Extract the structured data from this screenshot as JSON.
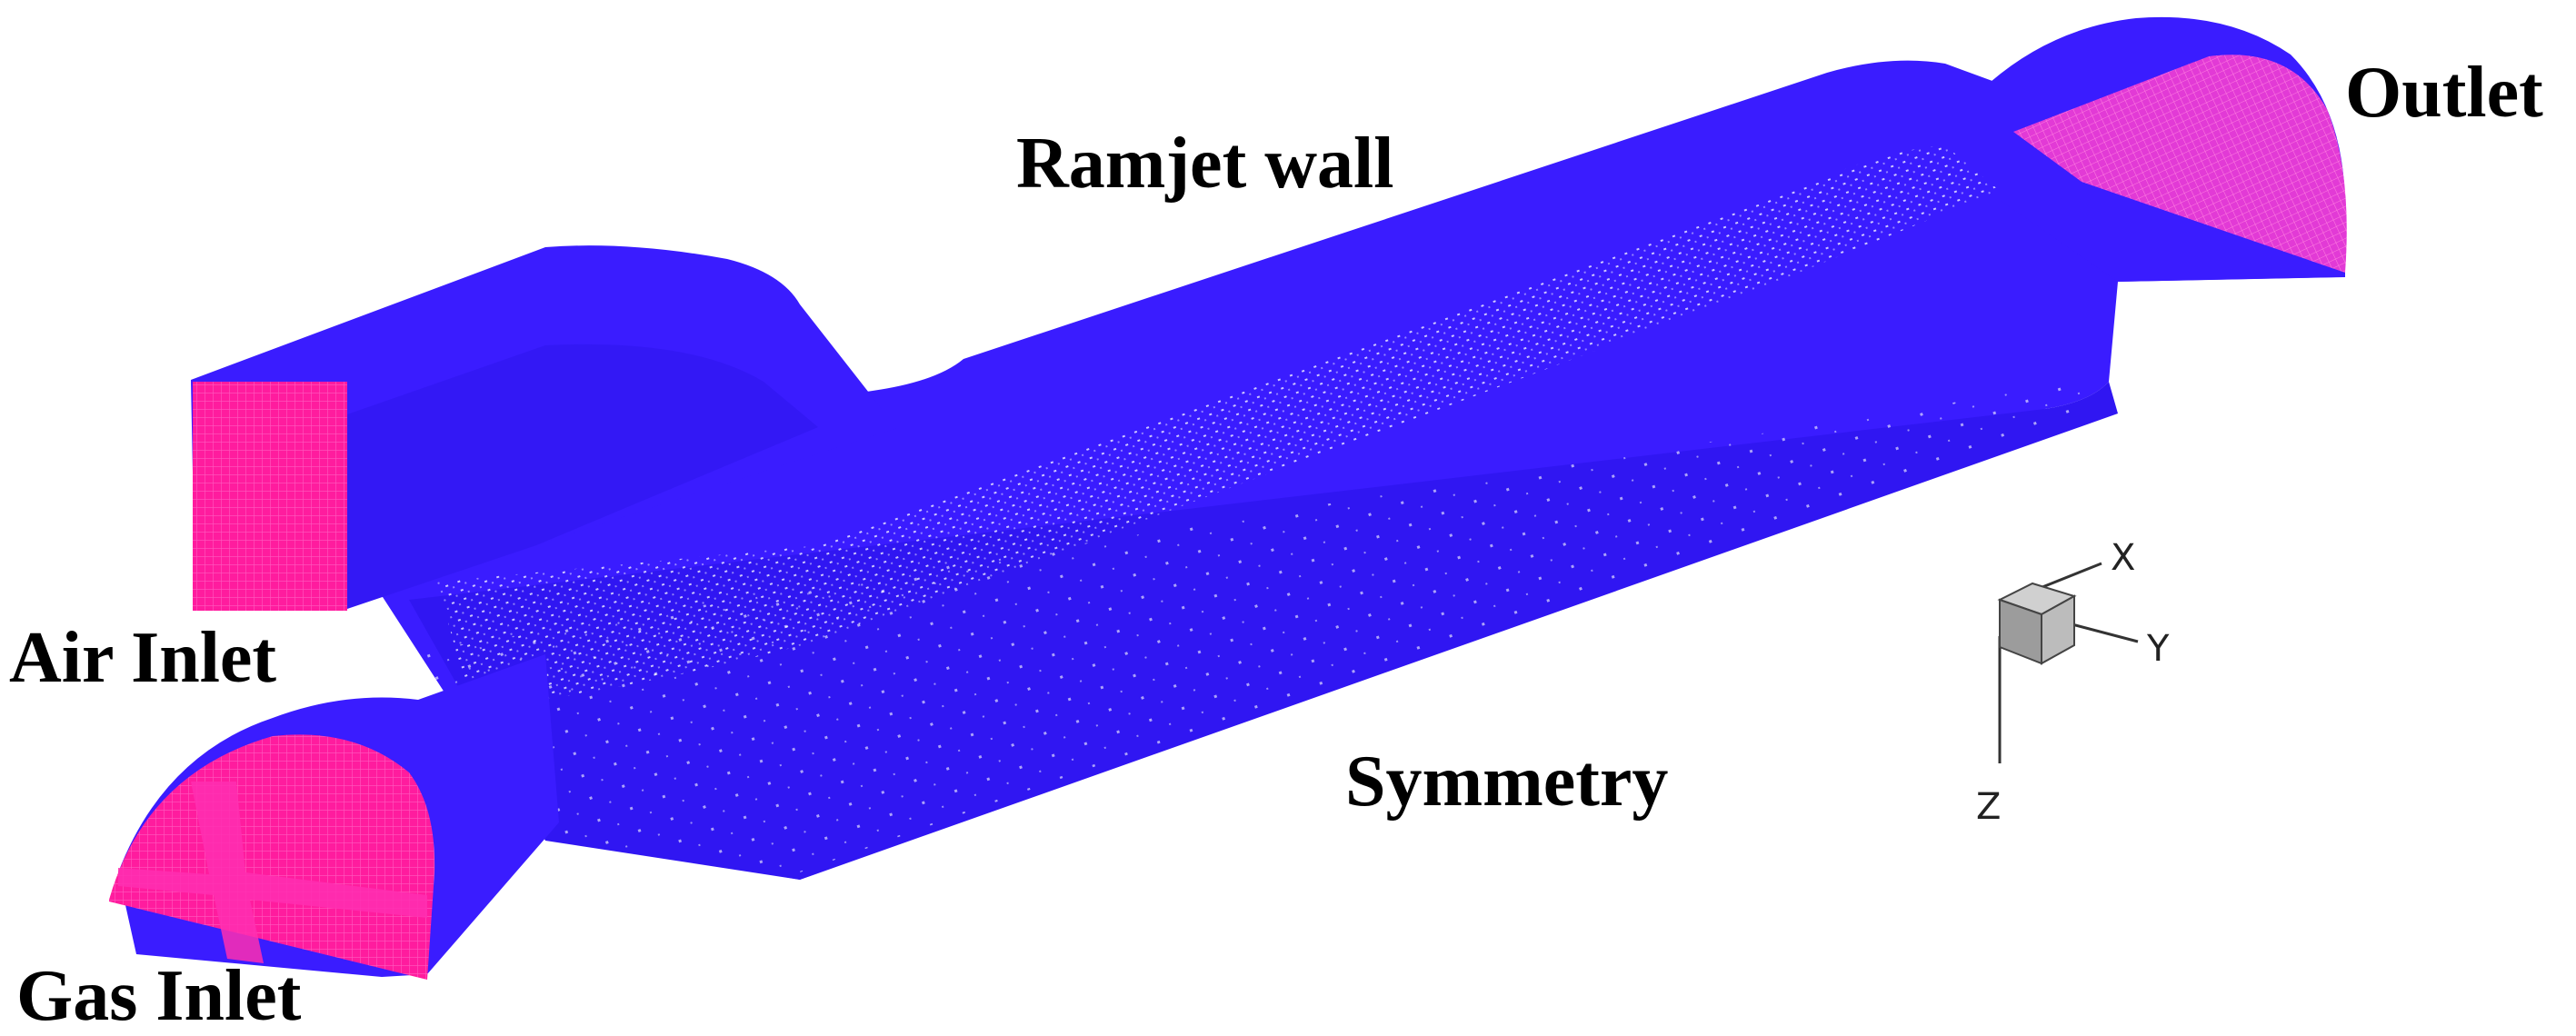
{
  "labels": {
    "ramjet_wall": "Ramjet wall",
    "outlet": "Outlet",
    "air_inlet": "Air Inlet",
    "symmetry": "Symmetry",
    "gas_inlet": "Gas Inlet"
  },
  "axes": {
    "x": "X",
    "y": "Y",
    "z": "Z"
  },
  "colors": {
    "wall": "#3a1cff",
    "inlet_face": "#ff1aa0",
    "outlet_face": "#e030d8",
    "mesh_dots": "#ffffff",
    "triad_cube": "#b0b0b0"
  }
}
